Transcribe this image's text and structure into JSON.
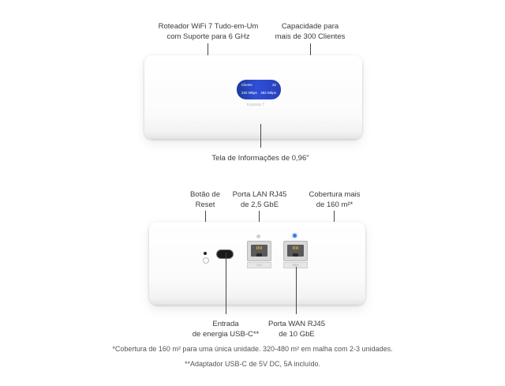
{
  "top_labels": {
    "router": [
      "Roteador WiFi 7 Tudo-em-Um",
      "com Suporte para 6 GHz"
    ],
    "capacity": [
      "Capacidade para",
      "mais de 300 Clientes"
    ],
    "display": "Tela de Informações de 0,96\""
  },
  "screen": {
    "left_top": "Clients",
    "right_top": "32",
    "left_bottom": "234 Mbps",
    "right_bottom": "482 Mbps"
  },
  "brand": "Express 7",
  "bottom_labels": {
    "reset": [
      "Botão de",
      "Reset"
    ],
    "lan": [
      "Porta LAN RJ45",
      "de 2,5 GbE"
    ],
    "coverage": [
      "Cobertura mais",
      "de 160 m²*"
    ],
    "usb": [
      "Entrada",
      "de energia USB-C**"
    ],
    "wan": [
      "Porta WAN RJ45",
      "de 10 GbE"
    ]
  },
  "ports": {
    "lan_plate": "LAN",
    "wan_plate": "WAN"
  },
  "footnotes": [
    "*Cobertura de 160 m² para uma única unidade. 320-480 m² em malha com 2-3 unidades.",
    "**Adaptador USB-C de 5V DC, 5A incluído."
  ],
  "colors": {
    "screen": "#2f4fd8",
    "wan_led": "#3b7de0",
    "lan_led": "#cfcfcf"
  }
}
